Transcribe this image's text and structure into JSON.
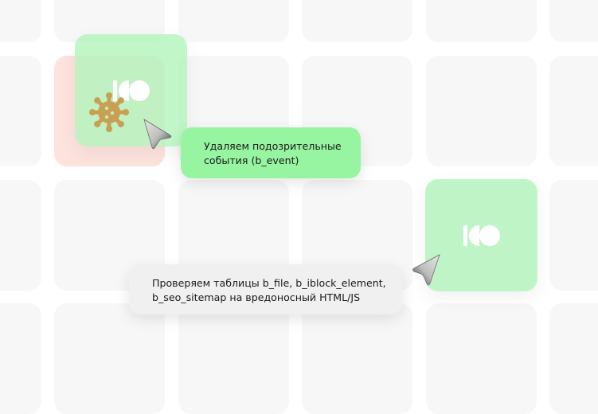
{
  "scene": {
    "background_color": "#ffffff",
    "cell_color": "#f7f7f7",
    "threat_cell_color": "#fde3dd",
    "card_color": "#b0f4ba",
    "virus_color": "#c99f52"
  },
  "cards": [
    {
      "name": "card-infected",
      "logo": "ko-logo-icon",
      "has_virus": true
    },
    {
      "name": "card-clean",
      "logo": "ko-logo-icon",
      "has_virus": false
    }
  ],
  "tooltips": [
    {
      "lines": [
        "Удаляем подозрительные",
        "события (b_event)"
      ],
      "color": "#97f5a1"
    },
    {
      "lines": [
        "Проверяем таблицы b_file, b_iblock_element,",
        "b_seo_sitemap на вредоносный HTML/JS"
      ],
      "color": "#f0f0f0"
    }
  ],
  "icons": {
    "logo": "ko-logo-icon",
    "virus": "virus-icon",
    "cursor": "cursor-arrow-icon"
  }
}
